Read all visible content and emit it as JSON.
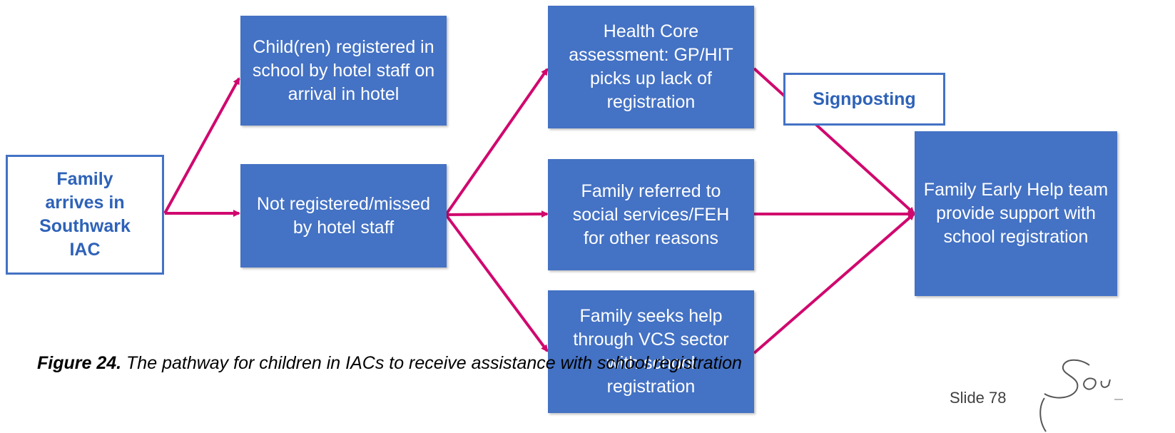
{
  "colors": {
    "box_fill": "#4472c4",
    "arrow": "#d0086e",
    "outline_text": "#2e62b8"
  },
  "nodes": {
    "family_arrives": "Family arrives in Southwark IAC",
    "registered_by_hotel": "Child(ren) registered in school by hotel staff on arrival in hotel",
    "not_registered": "Not registered/missed by hotel staff",
    "health_core": "Health Core assessment: GP/HIT picks up lack of registration",
    "signposting": "Signposting",
    "referred_social": "Family referred to social services/FEH for other reasons",
    "vcs_help": "Family seeks help through VCS sector with school registration",
    "feh_support": "Family Early Help team provide support with school registration"
  },
  "caption": {
    "label": "Figure 24.",
    "text": " The pathway for children in IACs to receive assistance with school registration"
  },
  "slide_number": "Slide 78",
  "logo_icon": "southwark-logo-icon"
}
